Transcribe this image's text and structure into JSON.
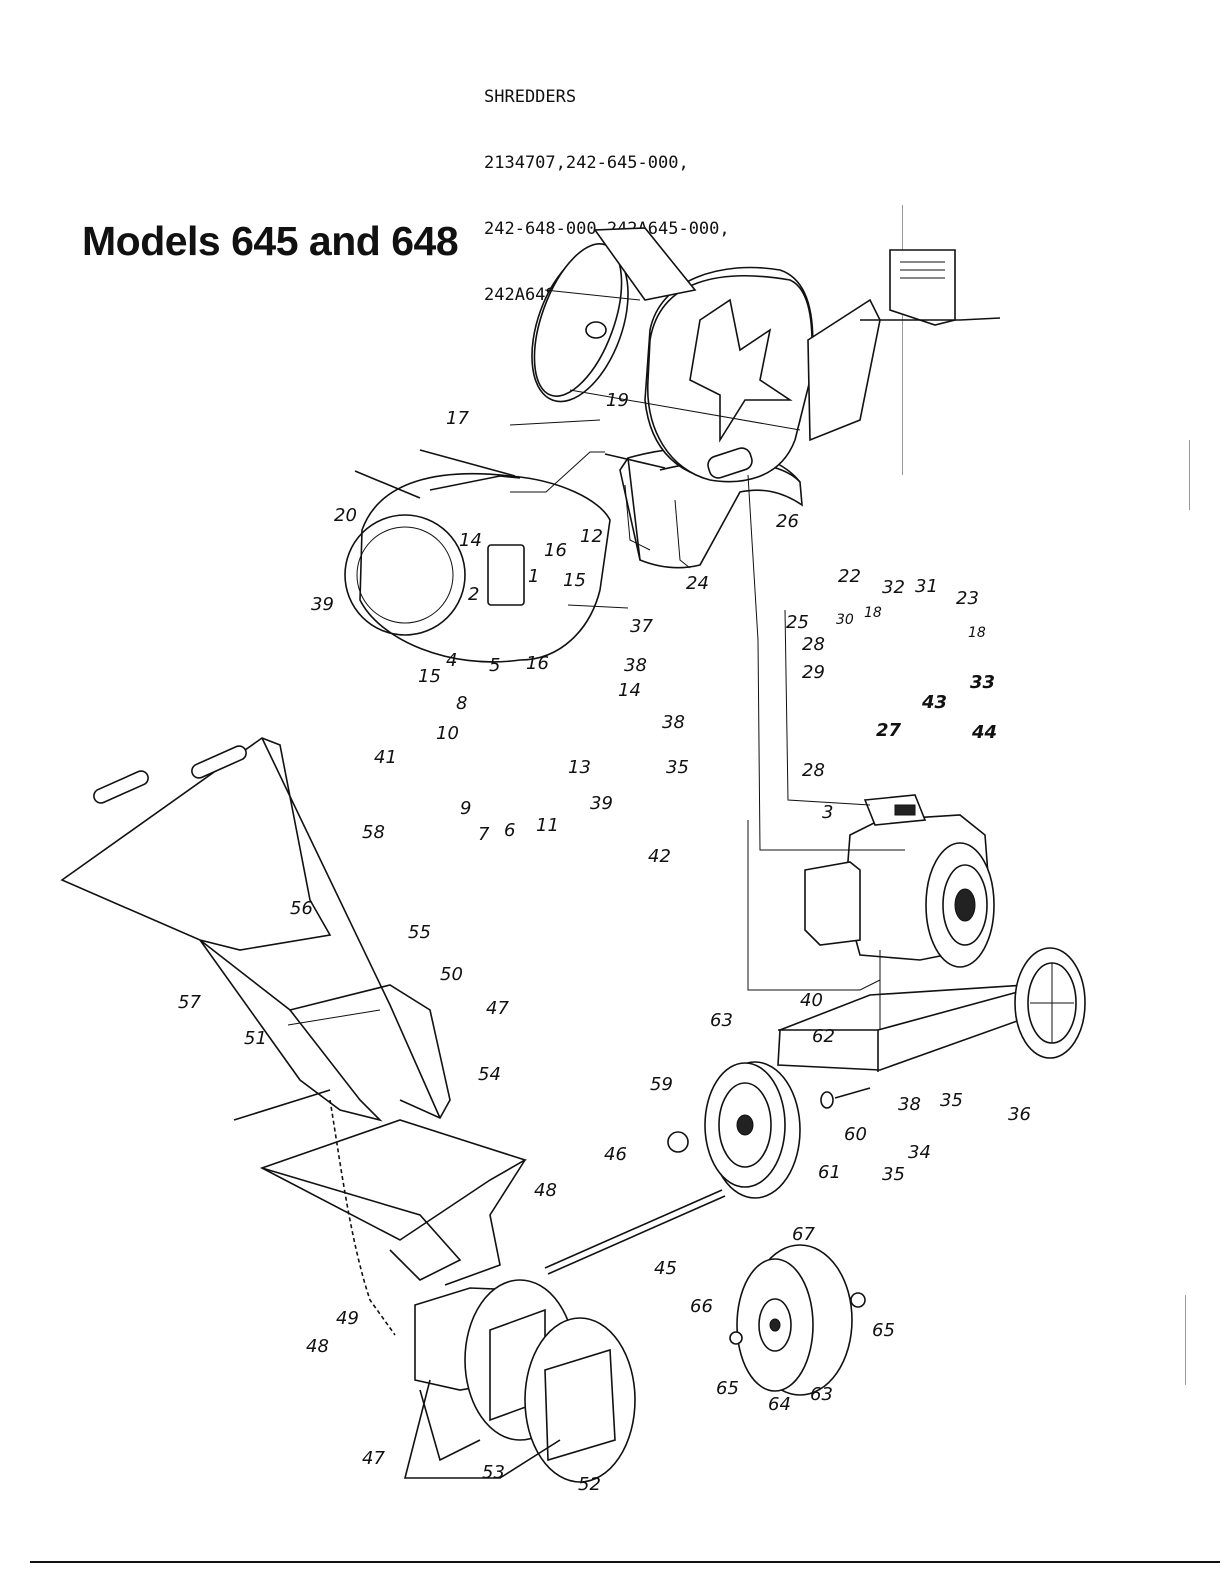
{
  "header": {
    "lines": [
      "SHREDDERS",
      "2134707,242-645-000,",
      "242-648-000,242A645-000,",
      "242A648-000"
    ]
  },
  "title": "Models 645 and 648",
  "callouts": [
    {
      "id": "c17",
      "label": "17"
    },
    {
      "id": "c19",
      "label": "19"
    },
    {
      "id": "c20",
      "label": "20"
    },
    {
      "id": "c26",
      "label": "26"
    },
    {
      "id": "c14a",
      "label": "14"
    },
    {
      "id": "c16a",
      "label": "16"
    },
    {
      "id": "c12",
      "label": "12"
    },
    {
      "id": "c24",
      "label": "24"
    },
    {
      "id": "c22",
      "label": "22"
    },
    {
      "id": "c32",
      "label": "32"
    },
    {
      "id": "c31",
      "label": "31"
    },
    {
      "id": "c23",
      "label": "23"
    },
    {
      "id": "c39a",
      "label": "39"
    },
    {
      "id": "c2",
      "label": "2"
    },
    {
      "id": "c1",
      "label": "1"
    },
    {
      "id": "c15a",
      "label": "15"
    },
    {
      "id": "c37",
      "label": "37"
    },
    {
      "id": "c25",
      "label": "25"
    },
    {
      "id": "c30",
      "label": "30"
    },
    {
      "id": "c18a",
      "label": "18"
    },
    {
      "id": "c18b",
      "label": "18"
    },
    {
      "id": "c28a",
      "label": "28"
    },
    {
      "id": "c4",
      "label": "4"
    },
    {
      "id": "c5",
      "label": "5"
    },
    {
      "id": "c16b",
      "label": "16"
    },
    {
      "id": "c38a",
      "label": "38"
    },
    {
      "id": "c29",
      "label": "29"
    },
    {
      "id": "c33",
      "label": "33"
    },
    {
      "id": "c15b",
      "label": "15"
    },
    {
      "id": "c14b",
      "label": "14"
    },
    {
      "id": "c8",
      "label": "8"
    },
    {
      "id": "c38b",
      "label": "38"
    },
    {
      "id": "c27",
      "label": "27"
    },
    {
      "id": "c10",
      "label": "10"
    },
    {
      "id": "c41",
      "label": "41"
    },
    {
      "id": "c13",
      "label": "13"
    },
    {
      "id": "c39b",
      "label": "39"
    },
    {
      "id": "c35a",
      "label": "35"
    },
    {
      "id": "c28b",
      "label": "28"
    },
    {
      "id": "c43",
      "label": "43"
    },
    {
      "id": "c44",
      "label": "44"
    },
    {
      "id": "c9",
      "label": "9"
    },
    {
      "id": "c7",
      "label": "7"
    },
    {
      "id": "c6",
      "label": "6"
    },
    {
      "id": "c11",
      "label": "11"
    },
    {
      "id": "c3",
      "label": "3"
    },
    {
      "id": "c42",
      "label": "42"
    },
    {
      "id": "c58",
      "label": "58"
    },
    {
      "id": "c56",
      "label": "56"
    },
    {
      "id": "c55",
      "label": "55"
    },
    {
      "id": "c50",
      "label": "50"
    },
    {
      "id": "c57",
      "label": "57"
    },
    {
      "id": "c47a",
      "label": "47"
    },
    {
      "id": "c40",
      "label": "40"
    },
    {
      "id": "c51",
      "label": "51"
    },
    {
      "id": "c63a",
      "label": "63"
    },
    {
      "id": "c62",
      "label": "62"
    },
    {
      "id": "c54",
      "label": "54"
    },
    {
      "id": "c59",
      "label": "59"
    },
    {
      "id": "c60",
      "label": "60"
    },
    {
      "id": "c38c",
      "label": "38"
    },
    {
      "id": "c35b",
      "label": "35"
    },
    {
      "id": "c36",
      "label": "36"
    },
    {
      "id": "c34",
      "label": "34"
    },
    {
      "id": "c61",
      "label": "61"
    },
    {
      "id": "c35c",
      "label": "35"
    },
    {
      "id": "c46",
      "label": "46"
    },
    {
      "id": "c48a",
      "label": "48"
    },
    {
      "id": "c45",
      "label": "45"
    },
    {
      "id": "c67",
      "label": "67"
    },
    {
      "id": "c66",
      "label": "66"
    },
    {
      "id": "c65a",
      "label": "65"
    },
    {
      "id": "c49",
      "label": "49"
    },
    {
      "id": "c48b",
      "label": "48"
    },
    {
      "id": "c65b",
      "label": "65"
    },
    {
      "id": "c64",
      "label": "64"
    },
    {
      "id": "c63b",
      "label": "63"
    },
    {
      "id": "c47b",
      "label": "47"
    },
    {
      "id": "c53",
      "label": "53"
    },
    {
      "id": "c52",
      "label": "52"
    }
  ]
}
